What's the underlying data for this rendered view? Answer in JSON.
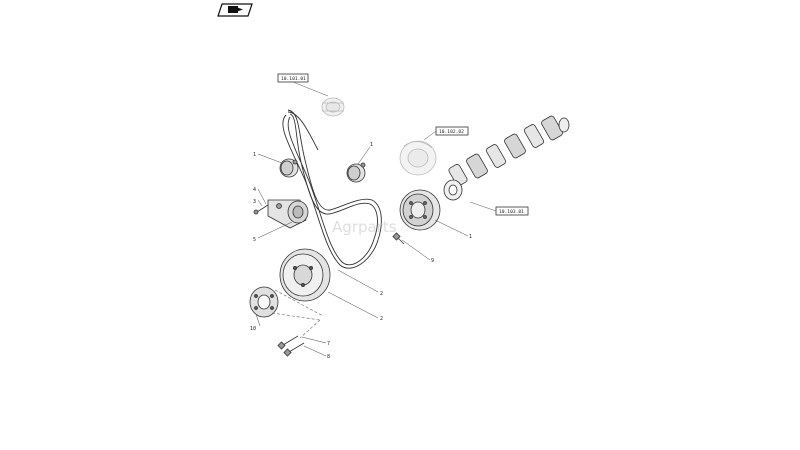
{
  "corner_icon": "book-arrow-icon",
  "watermark": "Agrparts",
  "reference_boxes": [
    {
      "text": "10.101.01"
    },
    {
      "text": "10.102.02"
    },
    {
      "text": "10.103.01"
    }
  ],
  "callouts": [
    {
      "text": "1"
    },
    {
      "text": "1"
    },
    {
      "text": "4"
    },
    {
      "text": "3"
    },
    {
      "text": "5"
    },
    {
      "text": "2"
    },
    {
      "text": "9"
    },
    {
      "text": "1"
    },
    {
      "text": "10"
    },
    {
      "text": "7"
    },
    {
      "text": "8"
    }
  ]
}
